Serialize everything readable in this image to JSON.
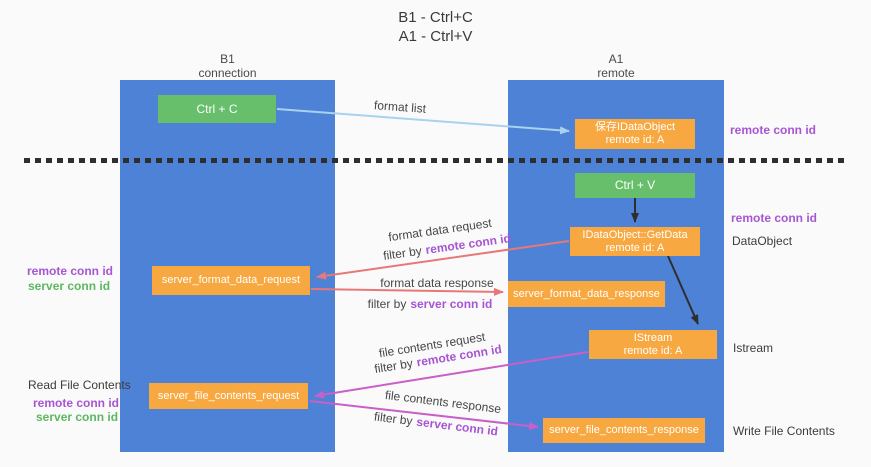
{
  "title": {
    "line1": "B1 - Ctrl+C",
    "line2": "A1 - Ctrl+V"
  },
  "lanes": {
    "left": {
      "name": "B1",
      "role": "connection"
    },
    "right": {
      "name": "A1",
      "role": "remote"
    }
  },
  "nodes": {
    "ctrl_c": "Ctrl + C",
    "ctrl_v": "Ctrl + V",
    "save_idataobject": {
      "line1": "保存IDataObject",
      "line2": "remote id: A"
    },
    "getdata": {
      "line1": "IDataObject::GetData",
      "line2": "remote id: A"
    },
    "istream": {
      "line1": "IStream",
      "line2": "remote id: A"
    },
    "format_request": "server_format_data_request",
    "format_response": "server_format_data_response",
    "file_request": "server_file_contents_request",
    "file_response": "server_file_contents_response"
  },
  "labels": {
    "format_list": "format list",
    "format_data_request": "format data request",
    "format_data_response": "format data response",
    "file_contents_request": "file contents request",
    "file_contents_response": "file contents response",
    "filter_by": "filter by",
    "remote_conn_id": "remote conn id",
    "server_conn_id": "server conn id",
    "read_file_contents": "Read File Contents",
    "write_file_contents": "Write File Contents",
    "dataobject": "DataObject",
    "istream": "Istream"
  },
  "colors": {
    "background": "#fafafa",
    "lane_blue": "#4d82d6",
    "box_green": "#67bf6b",
    "box_orange": "#f7a840",
    "arrow_lightblue": "#a8d2f0",
    "arrow_red": "#e87878",
    "arrow_magenta": "#c95fc9",
    "arrow_black": "#2e2e2e",
    "text_purple": "#a855d4",
    "text_green": "#5cb860"
  }
}
